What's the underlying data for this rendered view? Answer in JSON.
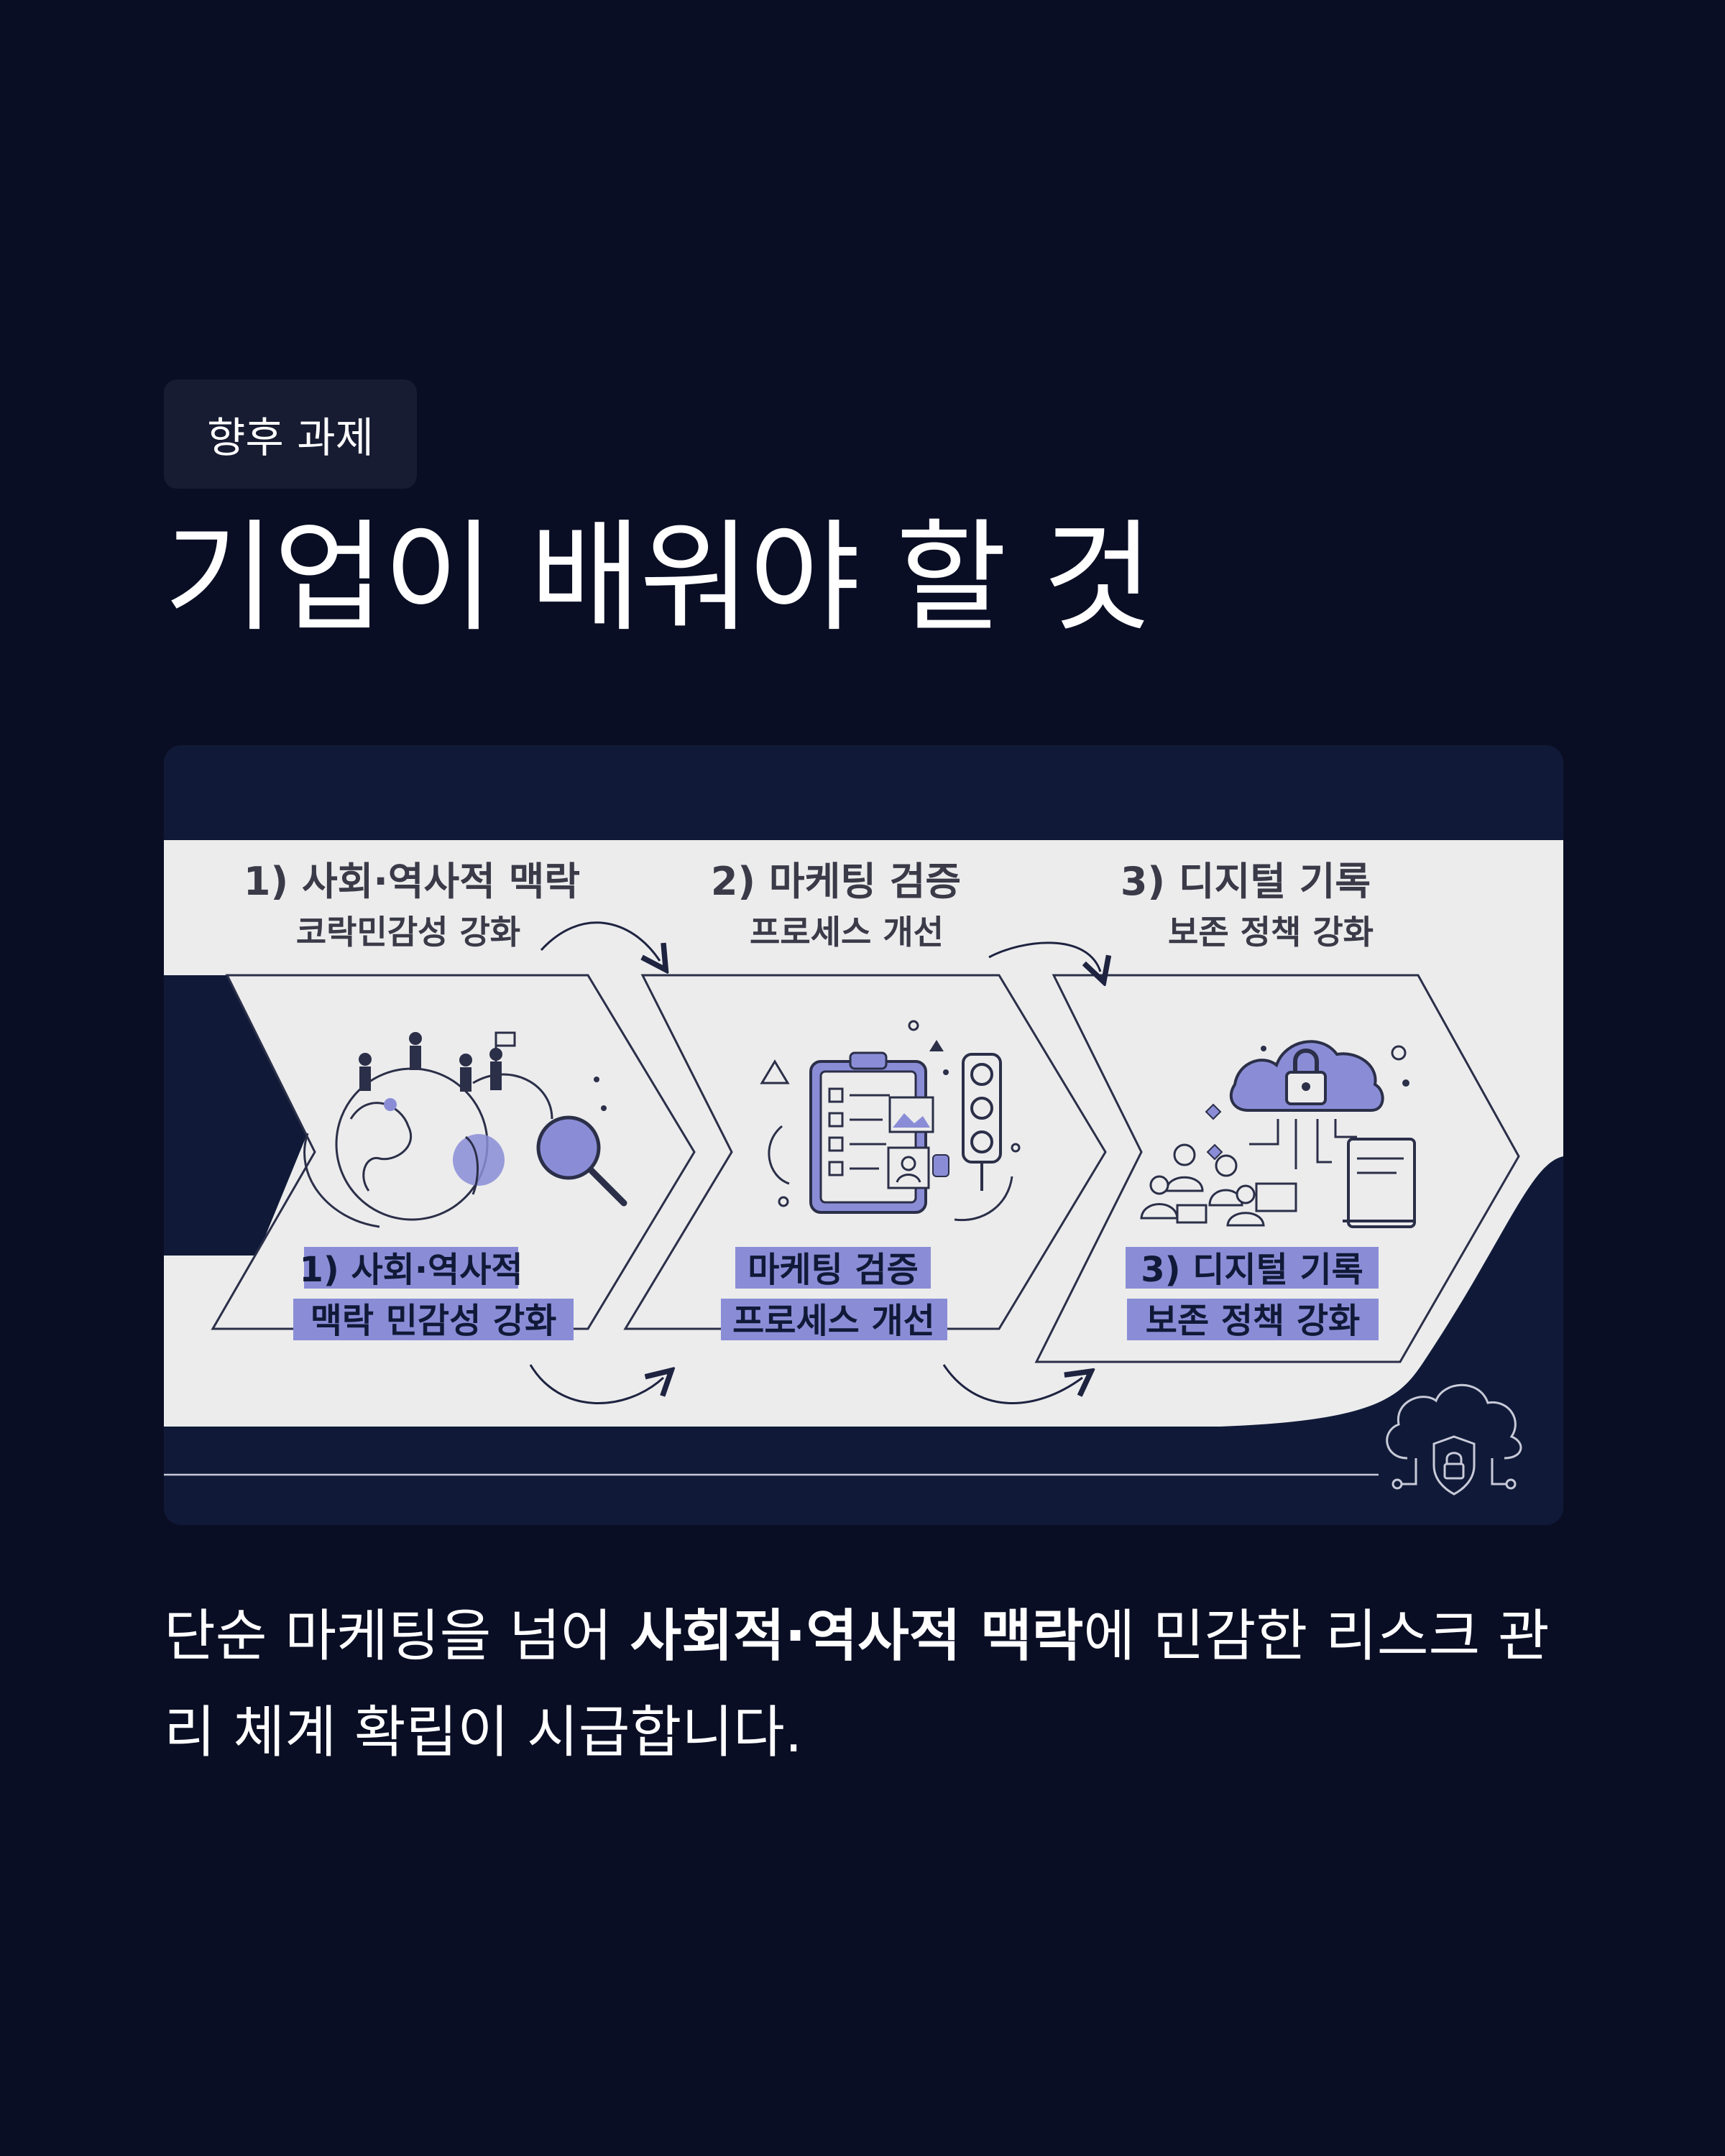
{
  "tag": "향후 과제",
  "title": "기업이 배워야 할 것",
  "infographic": {
    "steps": [
      {
        "top_line1": "1) 사회·역사적 맥락",
        "top_line2": "코락민감성 강화",
        "bottom_line1": "1) 사회·역사적",
        "bottom_line2": "맥락 민감성 강화",
        "icon": "globe-magnifier-icon"
      },
      {
        "top_line1": "2) 마케팅 검증",
        "top_line2": "프로세스 개선",
        "bottom_line1": "마케팅 검증",
        "bottom_line2": "프로세스 개선",
        "icon": "checklist-traffic-light-icon"
      },
      {
        "top_line1": "3) 디지털 기록",
        "top_line2": "보존 정책 강화",
        "bottom_line1": "3) 디지털 기록",
        "bottom_line2": "보존 정책 강화",
        "icon": "cloud-lock-icon"
      }
    ],
    "corner_icon": "cloud-shield-lock-icon",
    "colors": {
      "navy": "#101a38",
      "panel": "#ececed",
      "accent": "#8a8dd6"
    }
  },
  "body": {
    "before": "단순 마케팅을 넘어 ",
    "highlight": "사회적·역사적 맥락",
    "after": "에 민감한 리스크 관리 체계 확립이 시급합니다."
  },
  "colors": {
    "background": "#0a0e24",
    "tag_bg": "#171c32",
    "text": "#ffffff"
  }
}
